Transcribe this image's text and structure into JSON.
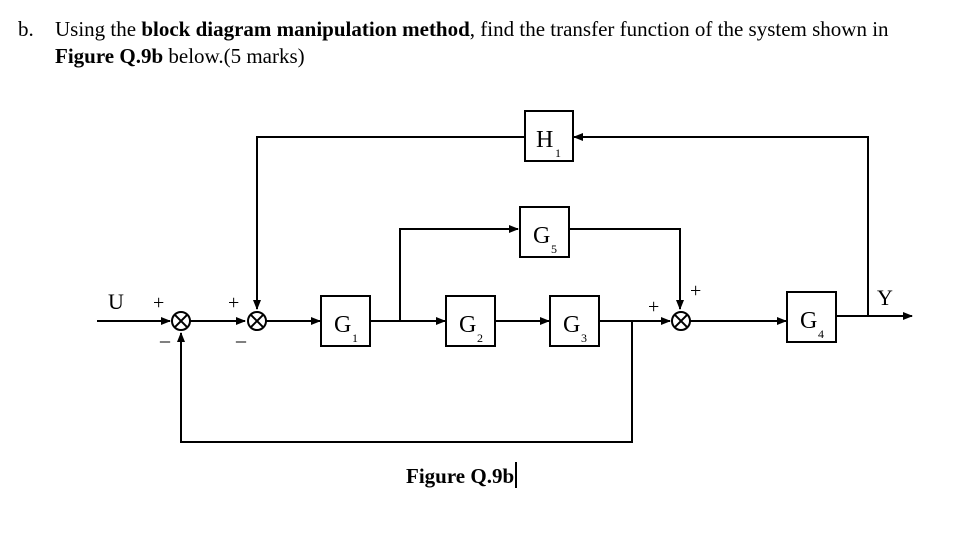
{
  "question": {
    "label": "b.",
    "intro": "Using the ",
    "method": "block diagram manipulation method",
    "middle": ", find the transfer function of the system shown in ",
    "figure_ref": "Figure Q.9b",
    "tail": " below.(5 marks)"
  },
  "diagram": {
    "input_label": "U",
    "output_label": "Y",
    "blocks": [
      {
        "id": "G1",
        "letter": "G",
        "sub": "1"
      },
      {
        "id": "G2",
        "letter": "G",
        "sub": "2"
      },
      {
        "id": "G3",
        "letter": "G",
        "sub": "3"
      },
      {
        "id": "G4",
        "letter": "G",
        "sub": "4"
      },
      {
        "id": "G5",
        "letter": "G",
        "sub": "5"
      },
      {
        "id": "H1",
        "letter": "H",
        "sub": "1"
      }
    ],
    "summing_junction_1": {
      "plus": "+",
      "minus": "_"
    },
    "summing_junction_2": {
      "plus": "+",
      "minus": "_"
    },
    "summing_junction_3": {
      "plus_left": "+",
      "plus_top": "+"
    }
  },
  "caption": "Figure Q.9b"
}
